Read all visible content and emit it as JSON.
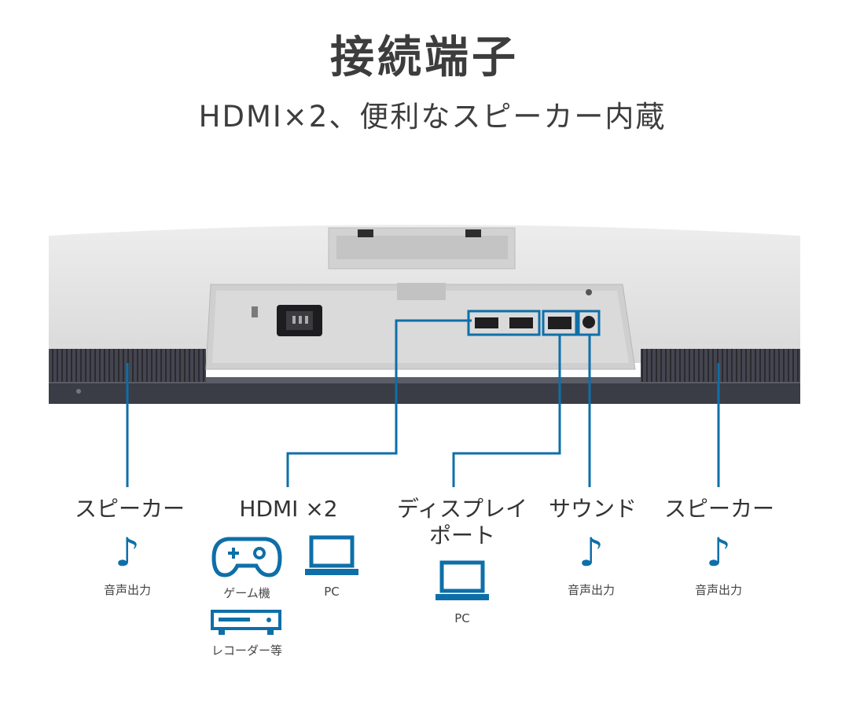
{
  "header": {
    "title": "接続端子",
    "subtitle": "HDMI×2、便利なスピーカー内蔵"
  },
  "ports": {
    "speaker_left": {
      "label": "スピーカー",
      "icon": "music-note-icon",
      "caption": "音声出力"
    },
    "hdmi": {
      "label": "HDMI ×2",
      "devices": [
        {
          "icon": "gamepad-icon",
          "caption": "ゲーム機"
        },
        {
          "icon": "laptop-icon",
          "caption": "PC"
        },
        {
          "icon": "recorder-icon",
          "caption": "レコーダー等"
        }
      ]
    },
    "displayport": {
      "label_line1": "ディスプレイ",
      "label_line2": "ポート",
      "devices": [
        {
          "icon": "laptop-icon",
          "caption": "PC"
        }
      ]
    },
    "sound": {
      "label": "サウンド",
      "icon": "music-note-icon",
      "caption": "音声出力"
    },
    "speaker_right": {
      "label": "スピーカー",
      "icon": "music-note-icon",
      "caption": "音声出力"
    }
  },
  "colors": {
    "accent": "#0e6fa8",
    "monitor_body": "#e3e3e3",
    "port_panel": "#d6d6d6",
    "speaker_grille": "#3e3e46"
  }
}
